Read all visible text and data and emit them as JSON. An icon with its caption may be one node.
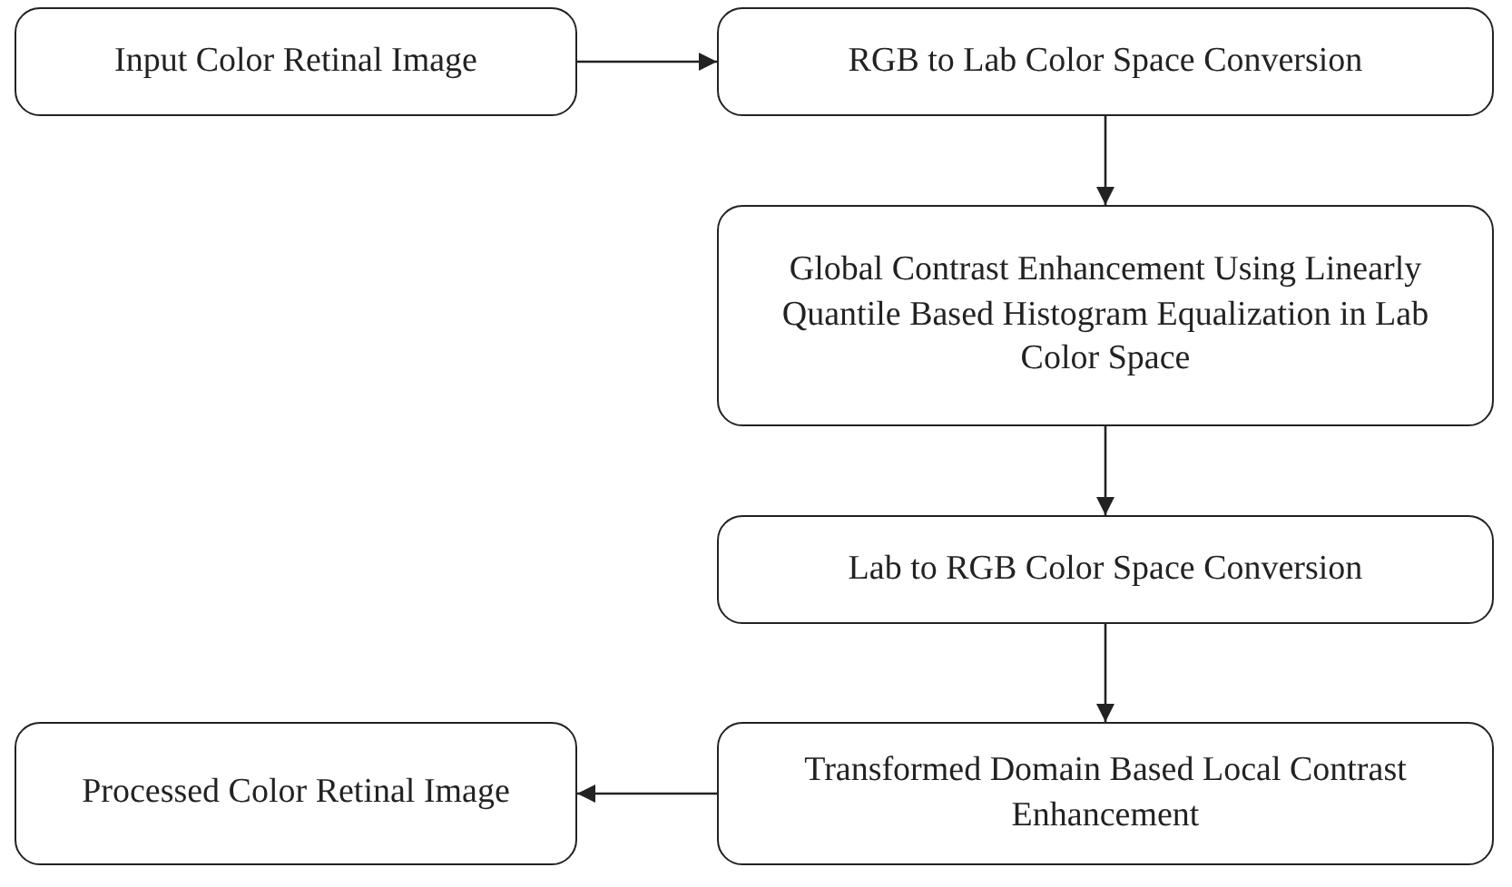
{
  "diagram": {
    "nodes": [
      {
        "text": [
          "Input Color Retinal Image"
        ]
      },
      {
        "text": [
          "RGB to Lab Color Space Conversion"
        ]
      },
      {
        "text": [
          "Global Contrast Enhancement Using Linearly Quantile Based Histogram Equalization in Lab Color Space"
        ]
      },
      {
        "text": [
          "Lab to RGB Color Space Conversion"
        ]
      },
      {
        "text": [
          "Transformed Domain Based Local Contrast Enhancement"
        ]
      },
      {
        "text": [
          "Processed Color Retinal Image"
        ]
      }
    ],
    "edges": [
      {
        "from": 0,
        "to": 1,
        "arrow": "to"
      },
      {
        "from": 1,
        "to": 2,
        "arrow": "to"
      },
      {
        "from": 2,
        "to": 3,
        "arrow": "to"
      },
      {
        "from": 3,
        "to": 4,
        "arrow": "to"
      },
      {
        "from": 4,
        "to": 5,
        "arrow": "to"
      }
    ]
  }
}
